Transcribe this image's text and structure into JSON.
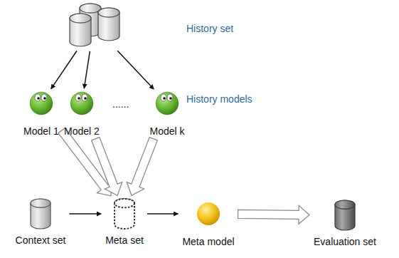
{
  "diagram": {
    "nodes": [
      {
        "text": [
          "History set"
        ]
      },
      {
        "text": [
          "Model 1"
        ]
      },
      {
        "text": [
          "Model 2"
        ]
      },
      {
        "text": [
          "Model k"
        ]
      },
      {
        "text": [
          "Context set"
        ]
      },
      {
        "text": [
          "Meta set"
        ]
      },
      {
        "text": [
          "Meta model"
        ]
      },
      {
        "text": [
          "Evaluation set"
        ]
      }
    ],
    "edges": [
      {
        "from": 0,
        "to": 1,
        "arrow": "to"
      },
      {
        "from": 0,
        "to": 2,
        "arrow": "to"
      },
      {
        "from": 0,
        "to": 3,
        "arrow": "to"
      },
      {
        "from": 1,
        "to": 5,
        "arrow": "to"
      },
      {
        "from": 2,
        "to": 5,
        "arrow": "to"
      },
      {
        "from": 3,
        "to": 5,
        "arrow": "to"
      },
      {
        "from": 4,
        "to": 5,
        "arrow": "to"
      },
      {
        "from": 5,
        "to": 6,
        "arrow": "to"
      },
      {
        "from": 6,
        "to": 7,
        "arrow": "to"
      }
    ],
    "labels": [
      "History models",
      "......"
    ]
  }
}
